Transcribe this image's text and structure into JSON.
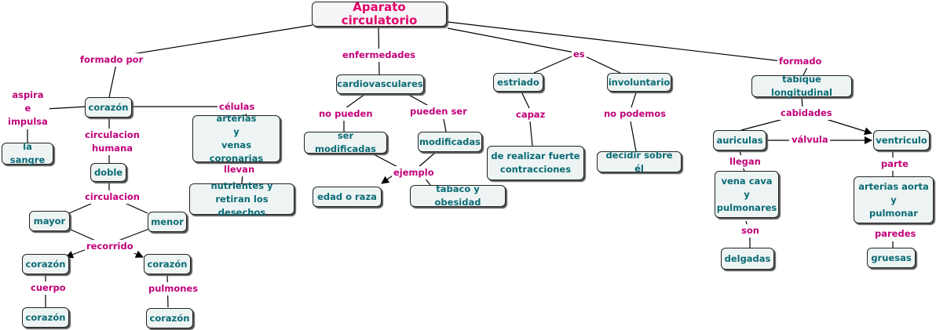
{
  "title": "Aparato circulatorio",
  "nodes": {
    "corazon_main": "corazón",
    "la_sangre": "la sangre",
    "doble": "doble",
    "mayor": "mayor",
    "menor": "menor",
    "corazon_left": "corazón",
    "corazon_left_bottom": "corazón",
    "corazon_right": "corazón",
    "corazon_right_bottom": "corazón",
    "arterias": "arterias\ny\nvenas coronarias",
    "nutrientes": "nutrientes y\nretiran los desechos",
    "cardiovasculares": "cardiovasculares",
    "ser_modificadas": "ser modificadas",
    "modificadas": "modificadas",
    "edad": "edad o raza",
    "tabaco": "tabaco y obesidad",
    "estriado": "estriado",
    "contracciones": "de realizar fuerte\ncontracciones",
    "involuntario": "involuntario",
    "decidir": "decidir sobre él",
    "tabique": "tabique longitudinal",
    "auriculas": "auriculas",
    "ventriculo": "ventriculo",
    "vena_cava": "vena cava\ny\npulmonares",
    "delgadas": "delgadas",
    "arterias_aorta": "arterias aorta\ny\npulmonar",
    "gruesas": "gruesas"
  },
  "labels": {
    "formado_por": "formado por",
    "aspira": "aspira\ne\nimpulsa",
    "circulacion_humana": "circulacion\nhumana",
    "circulacion": "circulacion",
    "recorrido": "recorrido",
    "cuerpo": "cuerpo",
    "pulmones": "pulmones",
    "celulas": "células",
    "llevan": "llevan",
    "enfermedades": "enfermedades",
    "no_pueden": "no pueden",
    "pueden_ser": "pueden ser",
    "ejemplo": "ejemplo",
    "es": "es",
    "capaz": "capaz",
    "no_podemos": "no podemos",
    "formado": "formado",
    "cabidades": "cabidades",
    "valvula": "válvula",
    "llegan": "llegan",
    "son": "son",
    "parte": "parte",
    "paredes": "paredes"
  },
  "colors": {
    "node_text": "#0a6b74",
    "link_label": "#c0007a",
    "title_text": "#e0006a",
    "node_fill": "#eef4f4"
  }
}
